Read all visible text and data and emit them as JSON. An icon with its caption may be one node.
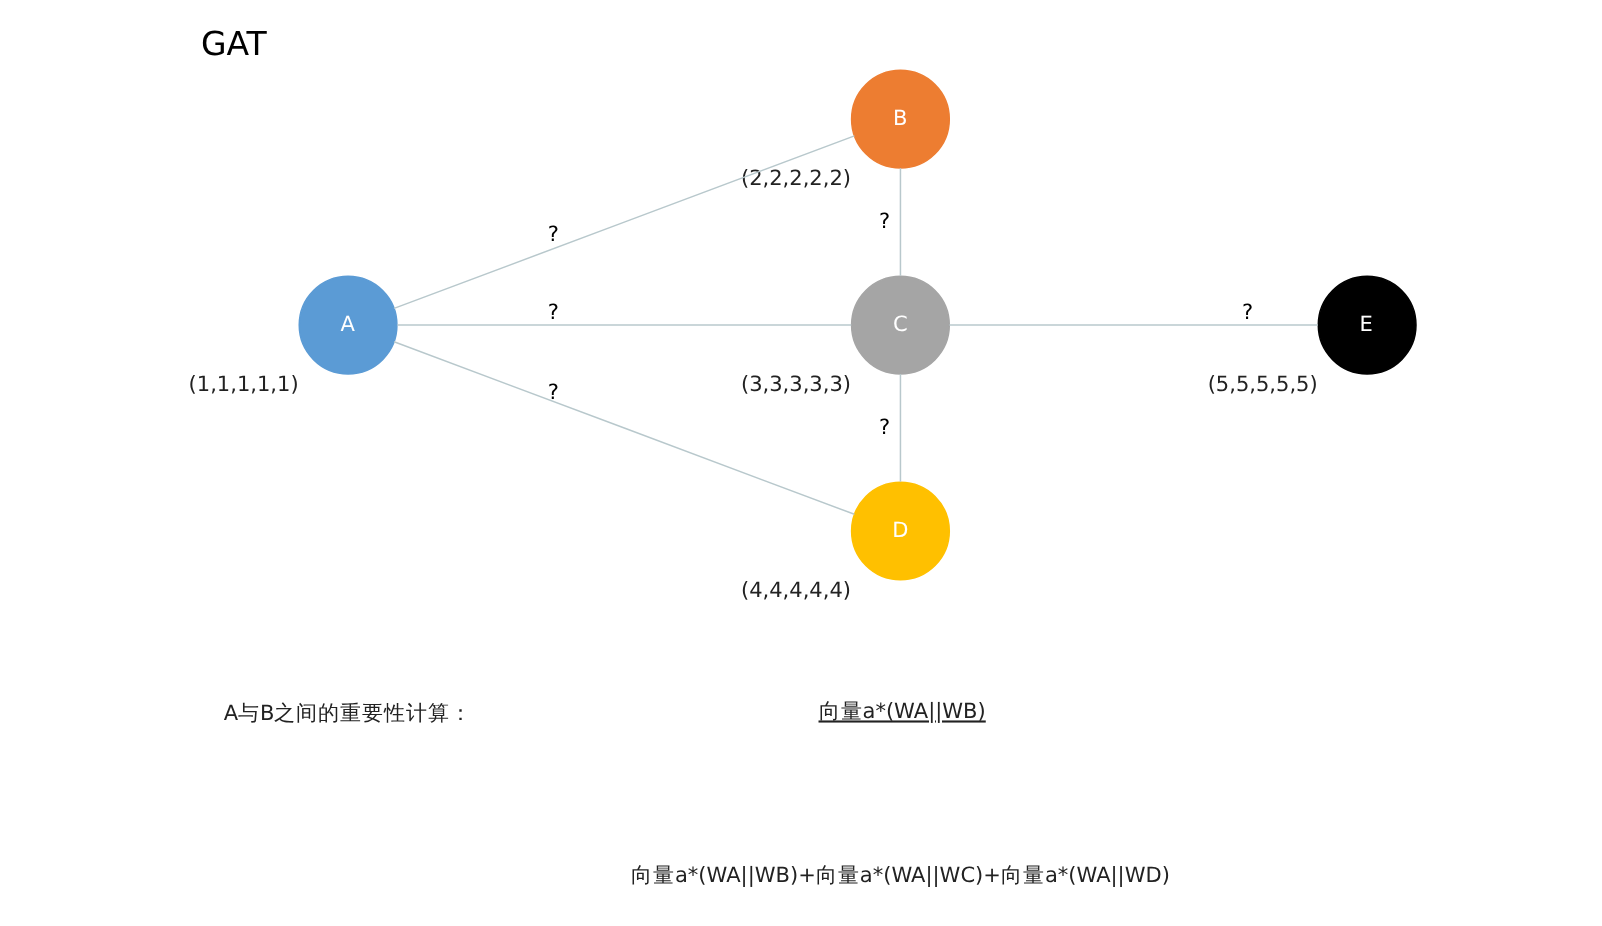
{
  "diagram": {
    "title": "GAT",
    "nodes": [
      {
        "text": [
          "A"
        ],
        "beside": [
          "(1,1,1,1,1)"
        ]
      },
      {
        "text": [
          "B"
        ],
        "beside": [
          "(2,2,2,2,2)"
        ]
      },
      {
        "text": [
          "C"
        ],
        "beside": [
          "(3,3,3,3,3)"
        ]
      },
      {
        "text": [
          "D"
        ],
        "beside": [
          "(4,4,4,4,4)"
        ]
      },
      {
        "text": [
          "E"
        ],
        "beside": [
          "(5,5,5,5,5)"
        ]
      }
    ],
    "edges": [
      {
        "from": 0,
        "to": 1,
        "arrow": "none",
        "label": "?"
      },
      {
        "from": 0,
        "to": 2,
        "arrow": "none",
        "label": "?"
      },
      {
        "from": 0,
        "to": 3,
        "arrow": "none",
        "label": "?"
      },
      {
        "from": 1,
        "to": 2,
        "arrow": "none",
        "label": "?"
      },
      {
        "from": 2,
        "to": 3,
        "arrow": "none",
        "label": "?"
      },
      {
        "from": 2,
        "to": 4,
        "arrow": "none",
        "label": "?"
      }
    ],
    "labels": [
      "A与B之间的重要性计算：",
      "向量a*(WA||WB)",
      "向量a*(WA||WB)+向量a*(WA||WC)+向量a*(WA||WD)"
    ]
  }
}
